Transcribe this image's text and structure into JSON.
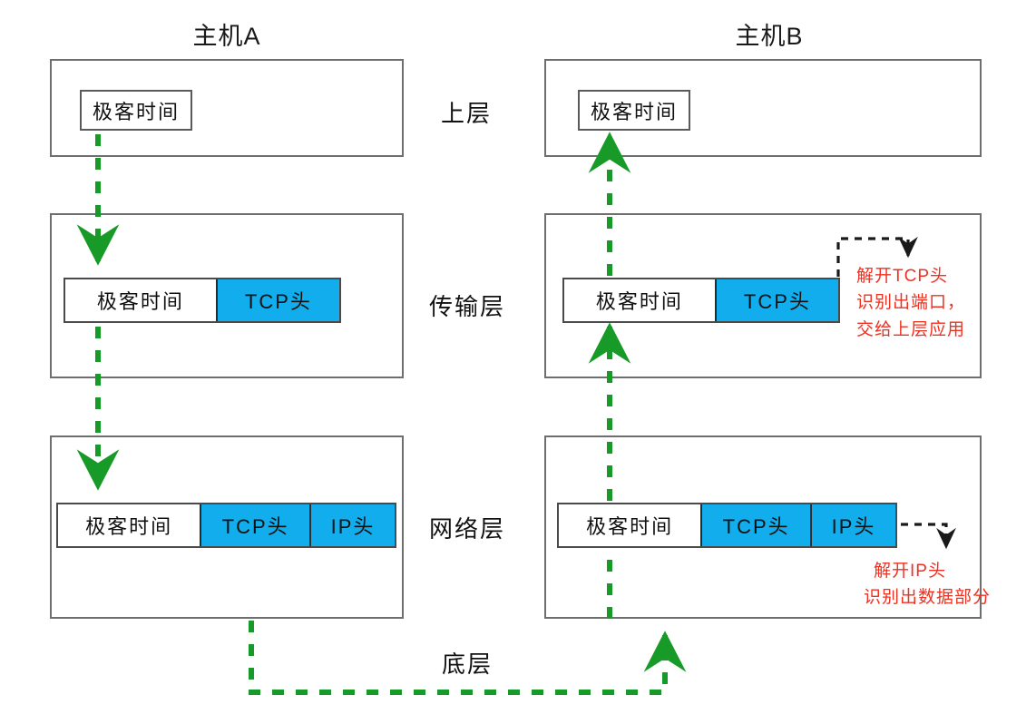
{
  "diagram": {
    "title_note": "TCP/IP layered encapsulation and decapsulation between two hosts",
    "hosts": {
      "left": {
        "label": "主机A"
      },
      "right": {
        "label": "主机B"
      }
    },
    "layer_names": [
      {
        "key": "upper",
        "label": "上层"
      },
      {
        "key": "transport",
        "label": "传输层"
      },
      {
        "key": "network",
        "label": "网络层"
      },
      {
        "key": "bottom",
        "label": "底层"
      }
    ],
    "packet_labels": {
      "data": "极客时间",
      "tcp_header": "TCP头",
      "ip_header": "IP头"
    },
    "host_a": {
      "upper": {
        "segments": [
          "极客时间"
        ]
      },
      "transport": {
        "segments": [
          "极客时间",
          "TCP头"
        ]
      },
      "network": {
        "segments": [
          "极客时间",
          "TCP头",
          "IP头"
        ]
      }
    },
    "host_b": {
      "upper": {
        "segments": [
          "极客时间"
        ]
      },
      "transport": {
        "segments": [
          "极客时间",
          "TCP头"
        ]
      },
      "network": {
        "segments": [
          "极客时间",
          "TCP头",
          "IP头"
        ]
      }
    },
    "annotations": [
      {
        "key": "tcp-decap",
        "lines": [
          "解开TCP头",
          "识别出端口，",
          "交给上层应用"
        ]
      },
      {
        "key": "ip-decap",
        "lines": [
          "解开IP头",
          "识别出数据部分"
        ]
      }
    ],
    "colors": {
      "header_blue": "#11ADEC",
      "flow_green": "#189A28",
      "annotation_red": "#F03020",
      "box_border": "#6e6e6e",
      "text_black": "#111111",
      "background": "#ffffff"
    }
  }
}
